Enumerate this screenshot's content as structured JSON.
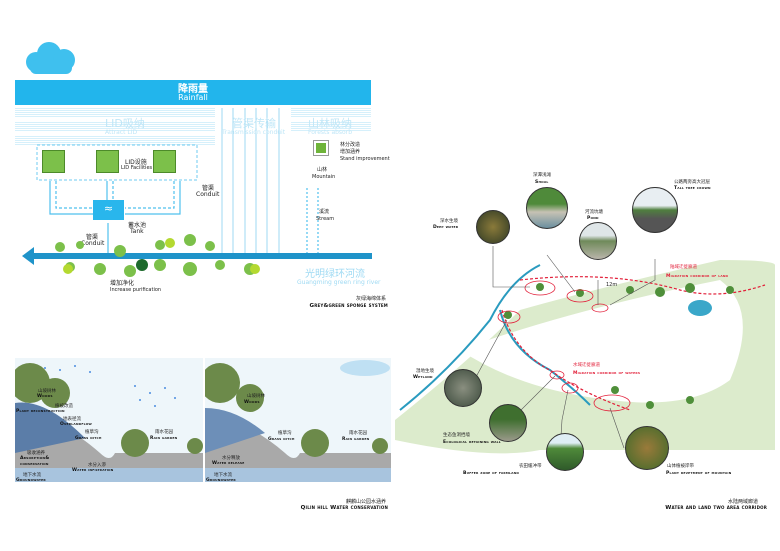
{
  "sponge": {
    "rainfall_cn": "降雨量",
    "rainfall_en": "Rainfall",
    "lid_cn": "LID吸纳",
    "lid_en": "Attract LID",
    "conduit_cn": "管渠传输",
    "conduit_en": "Transmission conduit",
    "forest_cn": "山林吸纳",
    "forest_en": "Forests absorb",
    "lid_fac_cn": "LID设施",
    "lid_fac_en": "LID Facilities",
    "tank_cn": "蓄水池",
    "tank_en": "Tank",
    "conduit1_cn": "管渠",
    "conduit1_en": "Conduit",
    "conduit2_cn": "管渠",
    "conduit2_en": "Conduit",
    "stand_cn1": "林分改造",
    "stand_cn2": "增加涵养",
    "stand_en": "Stand improvement",
    "mountain_cn": "山林",
    "mountain_en": "Mountain",
    "stream_cn": "溪流",
    "stream_en": "Stream",
    "purify_cn": "增加净化",
    "purify_en": "Increase purification",
    "river_cn": "光明绿环河流",
    "river_en": "Guangming green ring river",
    "caption_cn": "灰绿海绵体系",
    "caption_en": "Grey&green sponge system"
  },
  "section": {
    "woods_cn": "山坡树林",
    "woods_en": "Woods",
    "plant_cn": "植被改造",
    "plant_en": "Plant reconstruction",
    "overland_cn": "地表径流",
    "overland_en": "Overlandflow",
    "grass_cn": "植草沟",
    "grass_en": "Grass ditch",
    "rain_cn": "雨水花园",
    "rain_en": "Rain garden",
    "absorb_cn": "吸收涵养",
    "absorb_en1": "Absorption&",
    "absorb_en2": "conservation",
    "infil_cn": "水分入渗",
    "infil_en": "Water infiltration",
    "ground_cn": "地下水流",
    "ground_en": "Groundwater",
    "woods2_cn": "山坡树林",
    "woods2_en": "Woods",
    "grass2_cn": "植草沟",
    "grass2_en": "Grass ditch",
    "rain2_cn": "雨水花园",
    "rain2_en": "Rain garden",
    "release_cn": "水分释放",
    "release_en": "Water release",
    "ground2_cn": "地下水流",
    "ground2_en": "Groundwater",
    "caption_cn": "麒麟山公园水涵养",
    "caption_en": "Qilin hill Water conservation"
  },
  "corridor": {
    "deep_cn": "深水生境",
    "deep_en": "Deep water",
    "shoal_cn": "深潭浅滩",
    "shoal_en": "Shoal",
    "pond_cn": "河流坑塘",
    "pond_en": "Pond",
    "tall_cn": "公路两旁高大冠层",
    "tall_en": "Tall tree crown",
    "land_cn": "陆域迁徙廊道",
    "land_en": "Migration corridor of land",
    "distance": "12m",
    "water_cn": "水域迁徙廊道",
    "water_en": "Migration corridor of waters",
    "wetland_cn": "湿地生境",
    "wetland_en": "Wetland",
    "eco_cn": "生态鱼洞挡墙",
    "eco_en": "Ecological retaining wall",
    "buffer_cn": "农田缓冲带",
    "buffer_en": "Buffer zone of farmland",
    "revet_cn": "山体植被岸带",
    "revet_en": "Plant revetment of mountain",
    "caption_cn": "水陆两域廊道",
    "caption_en": "Water and land two area corridor"
  },
  "colors": {
    "sky": "#2fb8ec",
    "light": "#bfe6f7",
    "green": "#6fb43a",
    "red": "#e2203a"
  }
}
